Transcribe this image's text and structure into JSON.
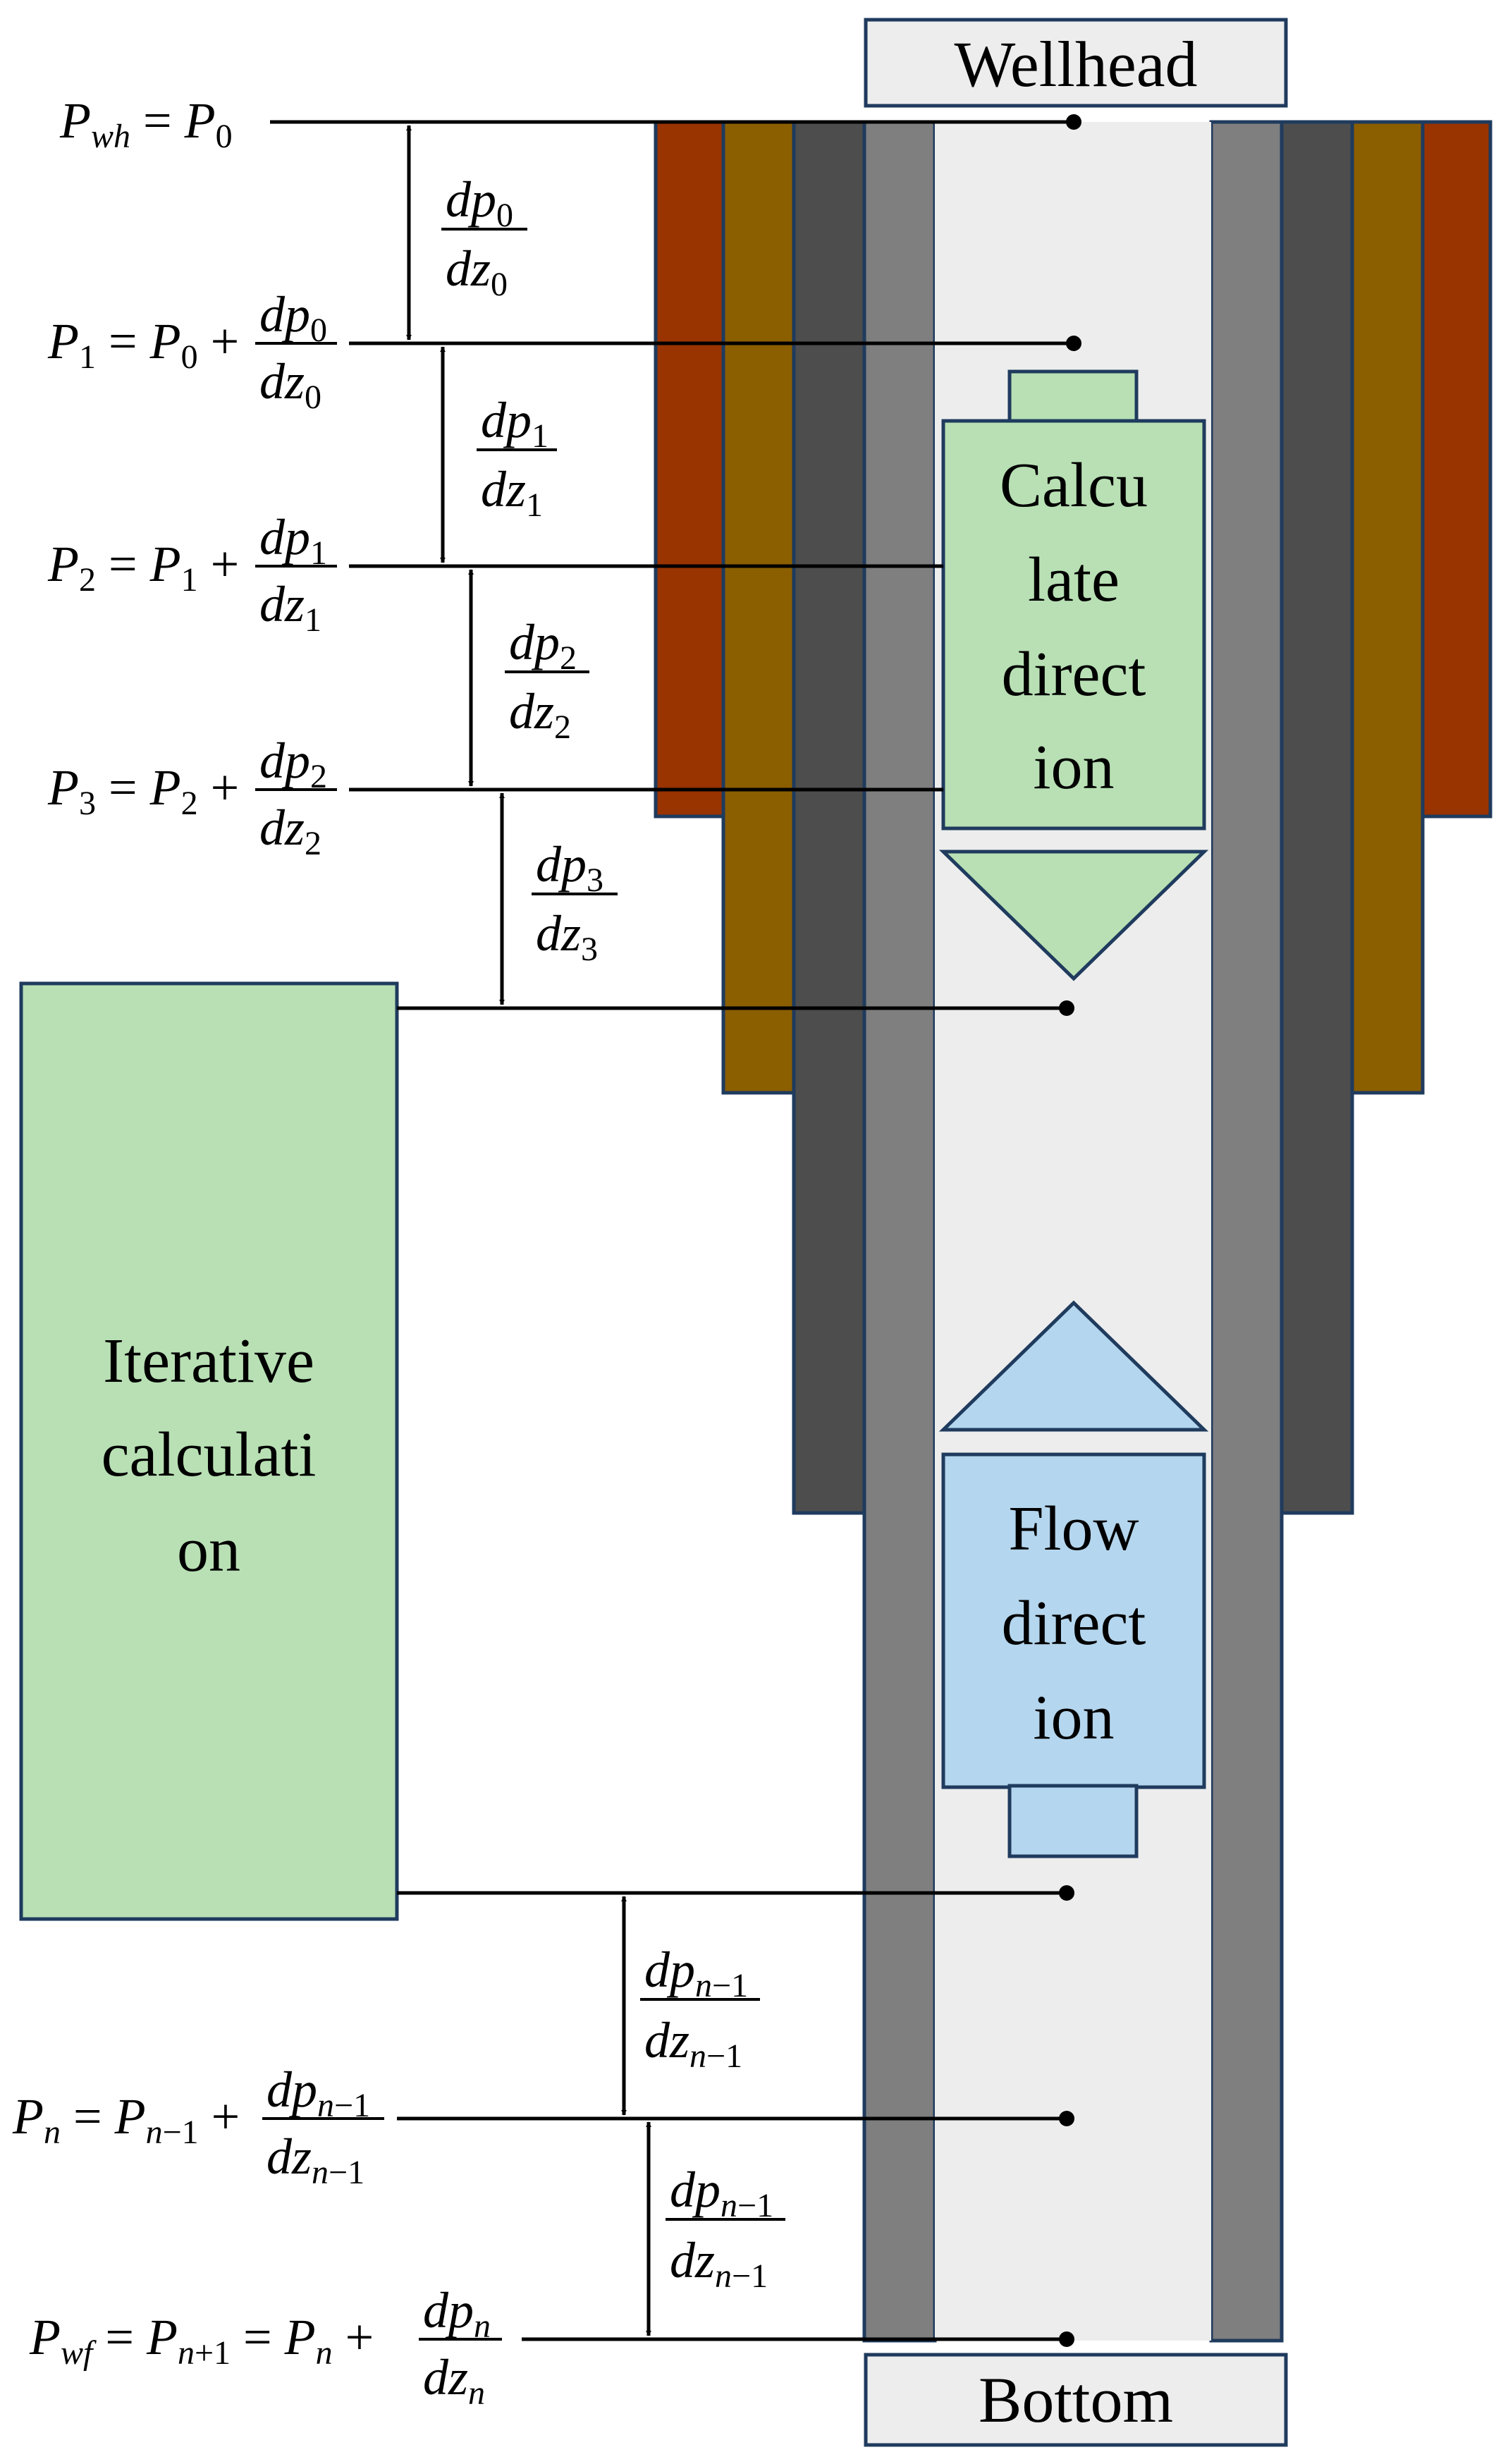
{
  "labels": {
    "wellhead": "Wellhead",
    "bottom": "Bottom",
    "calc_direction": [
      "Calcu",
      "late",
      "direct",
      "ion"
    ],
    "flow_direction": [
      "Flow",
      "direct",
      "ion"
    ],
    "iterative": [
      "Iterative",
      "calculati",
      "on"
    ]
  },
  "colors": {
    "outer_casing": "#993300",
    "surface_casing": "#8B5E00",
    "intermediate_casing": "#4D4D4D",
    "tubing": "#7F7F7F",
    "bore": "#EDEDED",
    "green_fill": "#B8E0B4",
    "blue_fill": "#B4D6EE",
    "outline": "#1F3B5E"
  }
}
